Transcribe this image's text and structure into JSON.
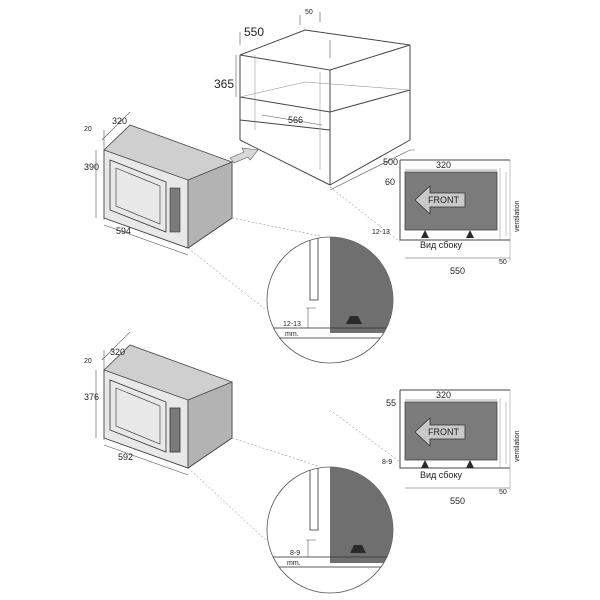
{
  "cabinet": {
    "width": "550",
    "corner": "50",
    "height": "365",
    "inner_depth": "566",
    "depth": "500",
    "offset": "60"
  },
  "top_unit": {
    "depth": "320",
    "corner": "20",
    "height": "390",
    "width": "594"
  },
  "top_side_view": {
    "depth": "320",
    "arrow_label": "FRONT",
    "ventilation": "ventilation",
    "gap": "12-13",
    "caption": "Вид сбоку",
    "total": "550",
    "rear_gap": "50"
  },
  "top_detail": {
    "gap": "12-13",
    "unit": "mm."
  },
  "bottom_unit": {
    "depth": "320",
    "corner": "20",
    "height": "376",
    "width": "592"
  },
  "bottom_side_view": {
    "top_gap": "55",
    "depth": "320",
    "arrow_label": "FRONT",
    "ventilation": "ventilation",
    "gap": "8-9",
    "caption": "Вид сбоку",
    "total": "550",
    "rear_gap": "50"
  },
  "bottom_detail": {
    "gap": "8-9",
    "unit": "mm."
  },
  "colors": {
    "appliance_fill": "#d4d4d4",
    "appliance_dark": "#8a8a8a",
    "side_body": "#7b7b7b",
    "side_body_light": "#9a9a9a",
    "detail_gray": "#6f6f6f",
    "arrow_gray": "#c9c9c9",
    "foot": "#2a2a2a",
    "line": "#444444"
  }
}
